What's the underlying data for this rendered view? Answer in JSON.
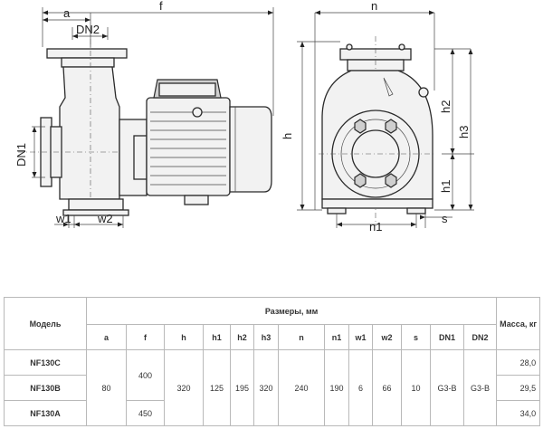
{
  "drawing": {
    "dim_labels": {
      "a": "a",
      "f": "f",
      "DN2": "DN2",
      "DN1": "DN1",
      "w1": "w1",
      "w2": "w2",
      "n": "n",
      "h": "h",
      "h1": "h1",
      "h2": "h2",
      "h3": "h3",
      "n1": "n1",
      "s": "s"
    }
  },
  "table": {
    "model_header": "Модель",
    "sizes_header": "Размеры, мм",
    "mass_header": "Масса, кг",
    "columns": [
      "a",
      "f",
      "h",
      "h1",
      "h2",
      "h3",
      "n",
      "n1",
      "w1",
      "w2",
      "s",
      "DN1",
      "DN2"
    ],
    "models": [
      "NF130C",
      "NF130B",
      "NF130A"
    ],
    "shared": {
      "a": "80",
      "h": "320",
      "h1": "125",
      "h2": "195",
      "h3": "320",
      "n": "240",
      "n1": "190",
      "w1": "6",
      "w2": "66",
      "s": "10",
      "DN1": "G3-B",
      "DN2": "G3-B"
    },
    "f_values": [
      "400",
      "450"
    ],
    "mass": [
      "28,0",
      "29,5",
      "34,0"
    ]
  }
}
